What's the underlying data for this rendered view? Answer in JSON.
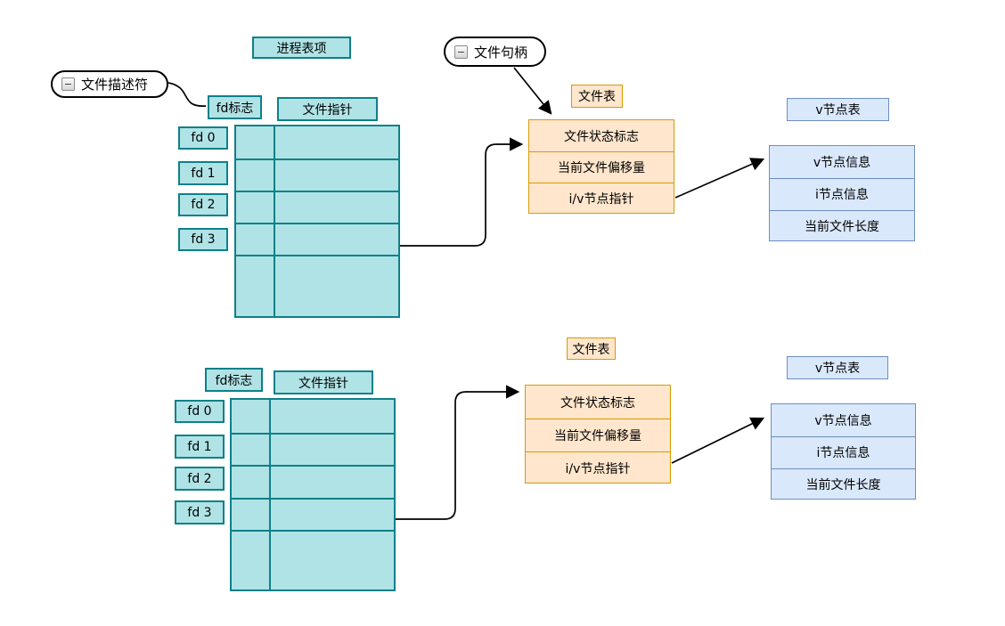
{
  "colors": {
    "teal_fill": "#b0e3e6",
    "teal_stroke": "#0e8088",
    "orange_fill": "#ffe6cc",
    "orange_stroke": "#d79b00",
    "blue_fill": "#dae8fc",
    "blue_stroke": "#6c8ebf",
    "connector": "#000000",
    "callout_fill": "#ffffff",
    "callout_stroke": "#000000"
  },
  "icons": {
    "collapse": "−"
  },
  "top": {
    "process_table_label": "进程表项",
    "fd_descriptor_callout": "文件描述符",
    "file_handle_callout": "文件句柄",
    "fd_flags_header": "fd标志",
    "file_pointer_header": "文件指针",
    "fd_labels": [
      "fd 0",
      "fd 1",
      "fd 2",
      "fd 3"
    ],
    "file_table_label": "文件表",
    "file_table_rows": [
      "文件状态标志",
      "当前文件偏移量",
      "i/v节点指针"
    ],
    "vnode_table_label": "v节点表",
    "vnode_table_rows": [
      "v节点信息",
      "i节点信息",
      "当前文件长度"
    ]
  },
  "bottom": {
    "fd_flags_header": "fd标志",
    "file_pointer_header": "文件指针",
    "fd_labels": [
      "fd 0",
      "fd 1",
      "fd 2",
      "fd 3"
    ],
    "file_table_label": "文件表",
    "file_table_rows": [
      "文件状态标志",
      "当前文件偏移量",
      "i/v节点指针"
    ],
    "vnode_table_label": "v节点表",
    "vnode_table_rows": [
      "v节点信息",
      "i节点信息",
      "当前文件长度"
    ]
  }
}
